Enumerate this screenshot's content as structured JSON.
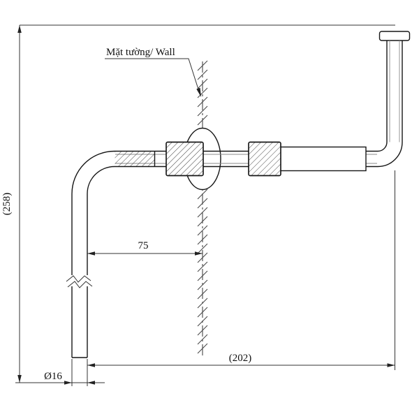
{
  "drawing": {
    "wall_label": "Mặt tường/ Wall",
    "dimensions": {
      "height": "(258)",
      "offset_wall": "75",
      "length": "(202)",
      "diameter": "Ø16"
    },
    "line_color": "#161616",
    "background": "#ffffff"
  }
}
